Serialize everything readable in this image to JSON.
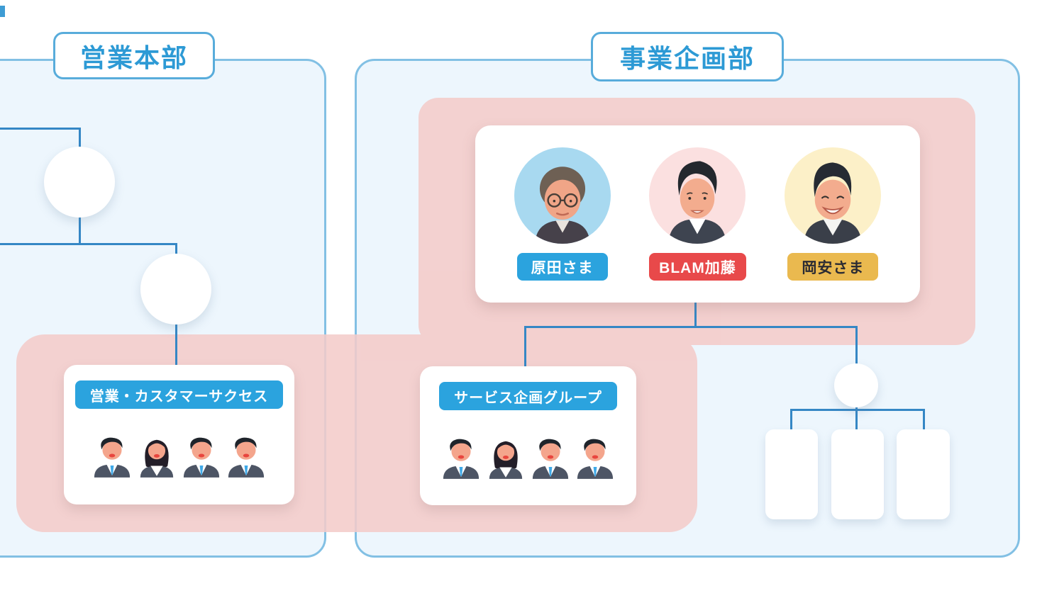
{
  "diagram_type": "organization-chart",
  "departments": {
    "sales": {
      "title": "営業本部"
    },
    "planning": {
      "title": "事業企画部"
    }
  },
  "people_card": {
    "members": [
      {
        "name": "原田さま",
        "label_bg": "#2BA3DE",
        "label_color": "#ffffff",
        "avatar_bg": "#A8D9F0"
      },
      {
        "name": "BLAM加藤",
        "label_bg": "#E8494A",
        "label_color": "#ffffff",
        "avatar_bg": "#FBE0E0"
      },
      {
        "name": "岡安さま",
        "label_bg": "#EAB94F",
        "label_color": "#2B2B33",
        "avatar_bg": "#FCF0C8"
      }
    ]
  },
  "groups": [
    {
      "name": "営業・カスタマーサクセス",
      "label_bg": "#2BA3DE",
      "members": [
        "man",
        "woman",
        "man",
        "man"
      ]
    },
    {
      "name": "サービス企画グループ",
      "label_bg": "#2BA3DE",
      "members": [
        "man",
        "woman",
        "man",
        "man"
      ]
    }
  ],
  "colors": {
    "panel_bg": "#EDF6FD",
    "panel_border": "#82C0E4",
    "title_text": "#2D9AD5",
    "connector": "#3587C5",
    "highlight_pink": "#F4CBC9",
    "tie_blue": "#3FA9E8",
    "suit_gray": "#4D5565"
  }
}
